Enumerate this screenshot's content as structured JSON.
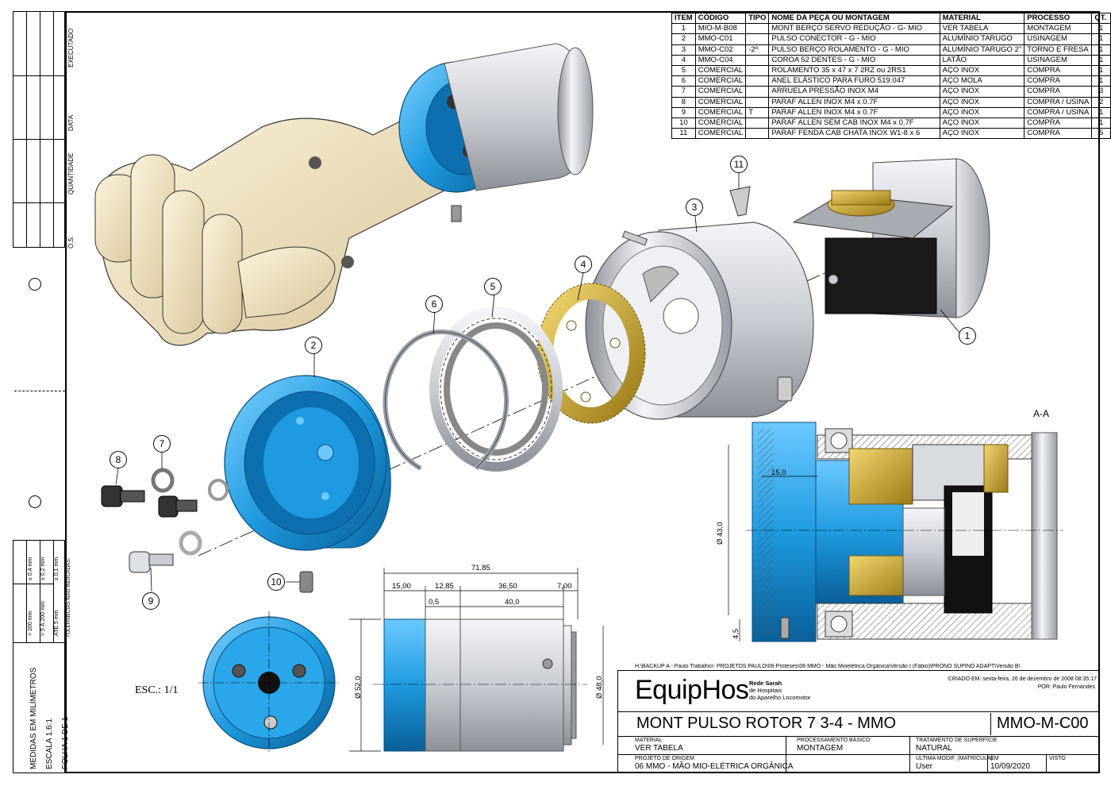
{
  "bom": {
    "headers": [
      "ITEM",
      "CÓDIGO",
      "TIPO",
      "NOME DA PEÇA OU MONTAGEM",
      "MATERIAL",
      "PROCESSO",
      "QT."
    ],
    "rows": [
      [
        "1",
        "MIO-M-B08",
        "",
        "MONT BERÇO SERVO REDUÇÃO - G- MIO",
        "VER TABELA",
        "MONTAGEM",
        "1"
      ],
      [
        "2",
        "MMO-C01",
        "",
        "PULSO CONECTOR - G - MIO",
        "ALUMÍNIO TARUGO",
        "USINAGEM",
        "1"
      ],
      [
        "3",
        "MMO-C02",
        "-2º",
        "PULSO BERÇO ROLAMENTO - G - MIO",
        "ALUMÍNIO TARUGO 2\"",
        "TORNO E FRESA",
        "1"
      ],
      [
        "4",
        "MMO-C04",
        "",
        "COROA 52 DENTES - G - MIO",
        "LATÃO",
        "USINAGEM",
        "1"
      ],
      [
        "5",
        "COMERCIAL",
        "",
        "ROLAMENTO 35 x 47 x 7 2RZ ou 2RS1",
        "AÇO INOX",
        "COMPRA",
        "1"
      ],
      [
        "6",
        "COMERCIAL",
        "",
        "ANEL ELÁSTICO PARA FURO 519.047",
        "AÇO MOLA",
        "COMPRA",
        "1"
      ],
      [
        "7",
        "COMERCIAL",
        "",
        "ARRUELA PRESSÃO INOX M4",
        "AÇO INOX",
        "COMPRA",
        "3"
      ],
      [
        "8",
        "COMERCIAL",
        "",
        "PARAF ALLEN INOX M4 x 0.7F",
        "AÇO INOX",
        "COMPRA / USINA",
        "2"
      ],
      [
        "9",
        "COMERCIAL",
        "T",
        "PARAF ALLEN INOX M4 x 0.7F",
        "AÇO INOX",
        "COMPRA / USINA",
        "1"
      ],
      [
        "10",
        "COMERCIAL",
        "",
        "PARAF ALLEN SEM CAB INOX M4 x 0.7F",
        "AÇO INOX",
        "COMPRA",
        "1"
      ],
      [
        "11",
        "COMERCIAL",
        "",
        "PARAF FENDA CAB CHATA INOX W1-8 x 6",
        "AÇO INOX",
        "COMPRA",
        "5"
      ]
    ]
  },
  "left_strip": {
    "executado": "EXECUTADO",
    "data": "DATA",
    "quantidade": "QUANTIDADE",
    "os": "O.S.",
    "tol1": "> 200 mm",
    "tol2": "> 5 À 200 mm",
    "tol3": "ATÉ 5 mm",
    "tolv1": "± 0,4 mm",
    "tolv2": "± 0,2 mm",
    "tolv3": "± 0,1 mm",
    "tol_note": "TOLERÂNCIAS NÃO INDICADAS:",
    "medidas": "MEDIDAS EM MILÍMETROS",
    "escala": "ESCALA 1.6:1",
    "folha": "FOLHA 1 DE 1"
  },
  "callouts": [
    "1",
    "2",
    "3",
    "4",
    "5",
    "6",
    "7",
    "8",
    "9",
    "10",
    "11"
  ],
  "section_label": "A-A",
  "scale_label": "ESC.: 1/1",
  "dims": {
    "total": "71,85",
    "d15": "15,00",
    "d1285": "12,85",
    "d365": "36,50",
    "d7": "7,00",
    "d05": "0,5",
    "d40": "40,0",
    "dia52": "Ø 52,0",
    "dia48": "Ø 48,0",
    "dia43": "Ø 43,0",
    "sec15": "15,0",
    "sec45": "4,5"
  },
  "title_block": {
    "path": "H:\\BACKUP A - Paulo Trabalho\\- PROJETOS PAULO\\06-Proteses\\06 MMO - Mão Mioelétrica Orgânica\\Versão I (Fábio)\\PRONO SUPINO ADAPT\\Versão B\\",
    "brand": "EquipHos",
    "org1": "Rede Sarah",
    "org2": "de Hospitais",
    "org3": "do Aparelho Locomotor",
    "created": "CRIADO EM: sexta-feira, 26 de dezembro de 2008 08:35:17",
    "by": "POR: Paulo Fernandes",
    "title": "MONT PULSO ROTOR 7 3-4 - MMO",
    "code": "MMO-M-C00",
    "material_label": "MATERIAL",
    "material": "VER TABELA",
    "proc_label": "PROCESSAMENTO BÁSICO",
    "proc": "MONTAGEM",
    "trat_label": "TRATAMENTO DE SUPERFÍCIE",
    "trat": "NATURAL",
    "proj_label": "PROJETO DE ORIGEM",
    "proj": "06 MMO - MÃO MIO-ELÉTRICA ORGÂNICA",
    "mod_label": "ÚLTIMA MODIF. (MATRÍCULA)",
    "mod": "User",
    "em_label": "EM",
    "em": "10/09/2020",
    "visto_label": "VISTO"
  },
  "colors": {
    "blue": "#1e9be0",
    "blue_dark": "#0d6fb0",
    "hand": "#efe2c0",
    "brass": "#c8a330",
    "steel": "#c9ccd2"
  }
}
